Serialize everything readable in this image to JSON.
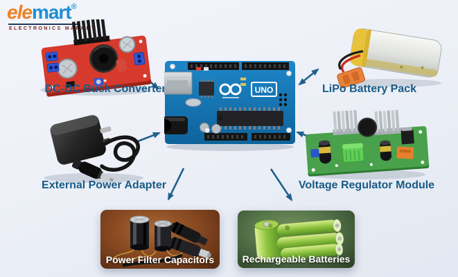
{
  "brand": {
    "name_primary": "ele",
    "name_secondary": "mart",
    "registered_mark": "®",
    "tagline": "ELECTRONICS MARKET"
  },
  "diagram": {
    "center_board": {
      "name": "Arduino UNO board",
      "uno_label": "UNO",
      "infinity_glyph": "∞"
    },
    "nodes": [
      {
        "id": "buck",
        "label": "DC-DC Buck Converter"
      },
      {
        "id": "lipo",
        "label": "LiPo Battery Pack"
      },
      {
        "id": "adapter",
        "label": "External Power Adapter"
      },
      {
        "id": "regulator",
        "label": "Voltage Regulator Module"
      },
      {
        "id": "capacitors",
        "label": "Power Filter Capacitors"
      },
      {
        "id": "batteries",
        "label": "Rechargeable Batteries"
      }
    ],
    "connections": [
      {
        "from": "buck",
        "to": "arduino",
        "bidirectional": true
      },
      {
        "from": "lipo",
        "to": "arduino",
        "bidirectional": true
      },
      {
        "from": "adapter",
        "to": "arduino",
        "bidirectional": false
      },
      {
        "from": "regulator",
        "to": "arduino",
        "bidirectional": false
      },
      {
        "from": "arduino",
        "to": "capacitors",
        "bidirectional": false
      },
      {
        "from": "arduino",
        "to": "batteries",
        "bidirectional": false
      }
    ]
  },
  "colors": {
    "background": "#edf0f7",
    "label_text": "#185a86",
    "arrow": "#20608f",
    "logo_orange": "#f08122",
    "logo_blue": "#1e8fd5",
    "tagline_maroon": "#7c2a24",
    "arduino_board": "#1878b4",
    "buck_board": "#d63a2c",
    "regulator_board": "#49a14b",
    "capacitors_card": "#8a4a22",
    "batteries_card": "#55744a"
  }
}
